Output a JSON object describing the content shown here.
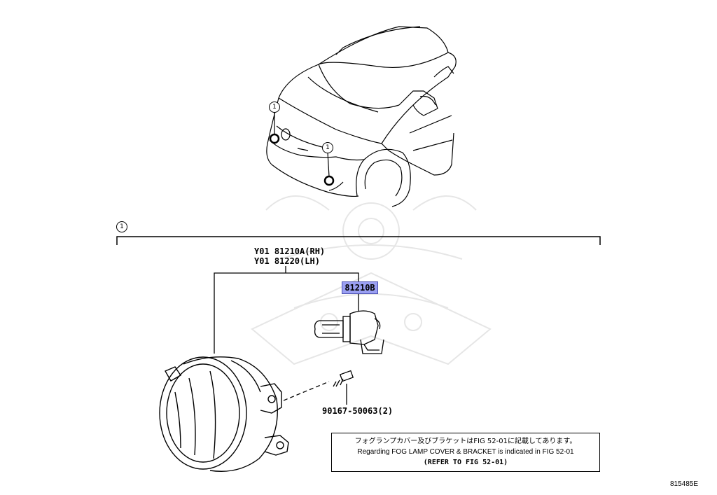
{
  "callouts": {
    "main": "1",
    "car_left": "1",
    "car_right": "1"
  },
  "assembly": {
    "part_rh": "Y01 81210A(RH)",
    "part_lh": "Y01 81220(LH)"
  },
  "bulb": {
    "part_number": "81210B",
    "highlight_color": "#9a9ff2"
  },
  "screw": {
    "part_number": "90167-50063(2)"
  },
  "note": {
    "japanese": "フォグランプカバー及びブラケットはFIG 52-01に記載してあります。",
    "english": "Regarding FOG LAMP COVER & BRACKET is indicated in FIG 52-01",
    "reference": "(REFER TO FIG 52-01)"
  },
  "figure_id": "815485E"
}
